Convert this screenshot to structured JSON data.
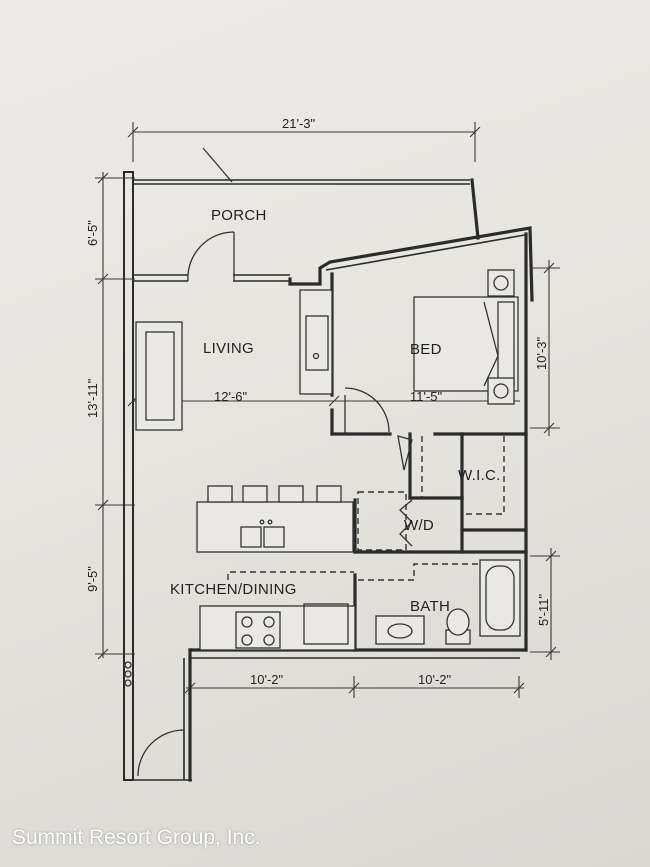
{
  "rooms": {
    "porch": "PORCH",
    "living": "LIVING",
    "bed": "BED",
    "wic": "W.I.C.",
    "wd": "W/D",
    "kitchen_dining": "KITCHEN/DINING",
    "bath": "BATH"
  },
  "dimensions": {
    "overall_width": "21'-3\"",
    "porch_depth": "6'-5\"",
    "living_depth": "13'-11\"",
    "kitchen_depth": "9'-5\"",
    "living_width": "12'-6\"",
    "bed_width": "11'-5\"",
    "bed_depth": "10'-3\"",
    "bath_depth": "5'-11\"",
    "kitchen_width": "10'-2\"",
    "bath_width": "10'-2\""
  },
  "watermark": "Summit Resort Group, Inc."
}
